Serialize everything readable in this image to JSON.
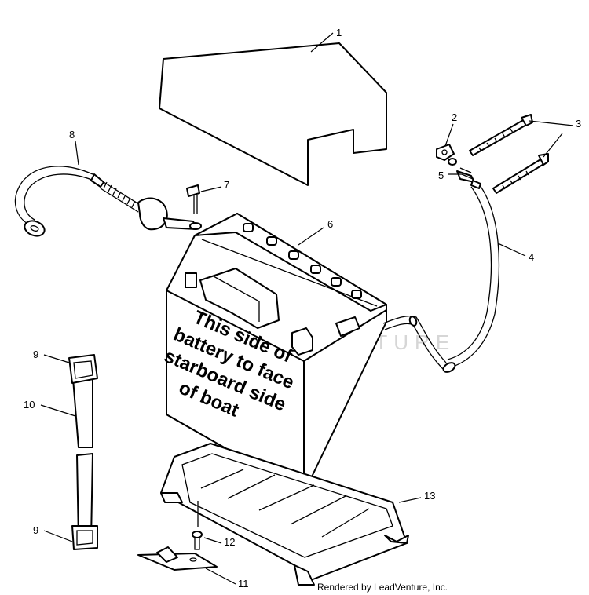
{
  "callouts": {
    "c1": "1",
    "c2": "2",
    "c3": "3",
    "c4": "4",
    "c5": "5",
    "c6": "6",
    "c7": "7",
    "c8": "8",
    "c9a": "9",
    "c9b": "9",
    "c10": "10",
    "c11": "11",
    "c12": "12",
    "c13": "13"
  },
  "battery_label": {
    "line1": "This side of",
    "line2": "battery to face",
    "line3": "starboard side",
    "line4": "of boat"
  },
  "watermark": "LEADVENTURE",
  "footer": "Rendered by LeadVenture, Inc."
}
